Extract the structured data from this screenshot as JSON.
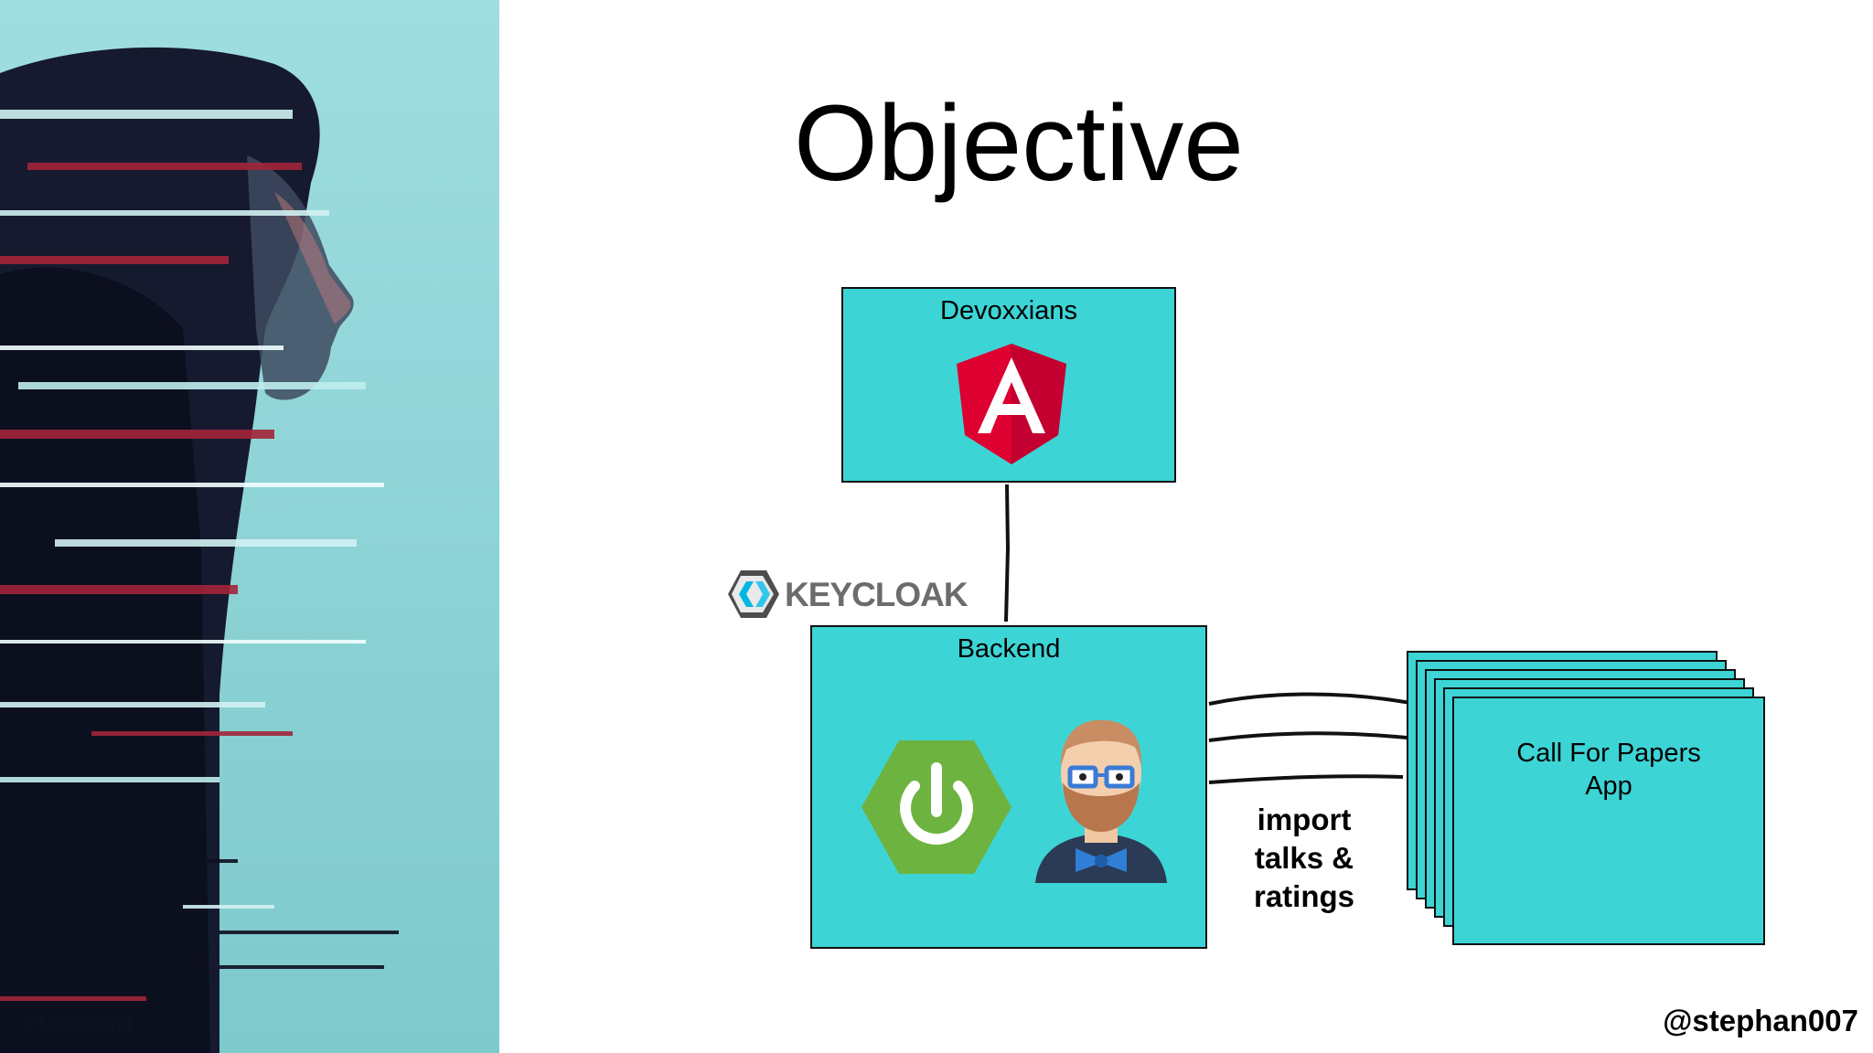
{
  "slide": {
    "title": "Objective",
    "footer_left": "#Voxxed",
    "handle": "@stephan007"
  },
  "diagram": {
    "nodes": [
      {
        "id": "devoxxians",
        "label": "Devoxxians",
        "icon": "angular-shield-icon"
      },
      {
        "id": "backend",
        "label": "Backend",
        "icons": [
          "spring-boot-power-icon",
          "developer-avatar-icon"
        ]
      },
      {
        "id": "cfp",
        "label_line1": "Call For Papers",
        "label_line2": "App",
        "stacked": true
      }
    ],
    "edges": [
      {
        "from": "devoxxians",
        "to": "backend",
        "label": ""
      },
      {
        "from": "backend",
        "to": "cfp",
        "label_line1": "import",
        "label_line2": "talks &",
        "label_line3": "ratings"
      }
    ],
    "auth_badge": {
      "text": "KEYCLOAK",
      "icon": "keycloak-hexagon-icon"
    }
  },
  "colors": {
    "box_fill": "#3dd4d6",
    "angular_red": "#dd0031",
    "spring_green": "#6db33f",
    "keycloak_gray": "#6c6c6c"
  },
  "image": {
    "subject": "glitch-art-hooded-figure"
  }
}
